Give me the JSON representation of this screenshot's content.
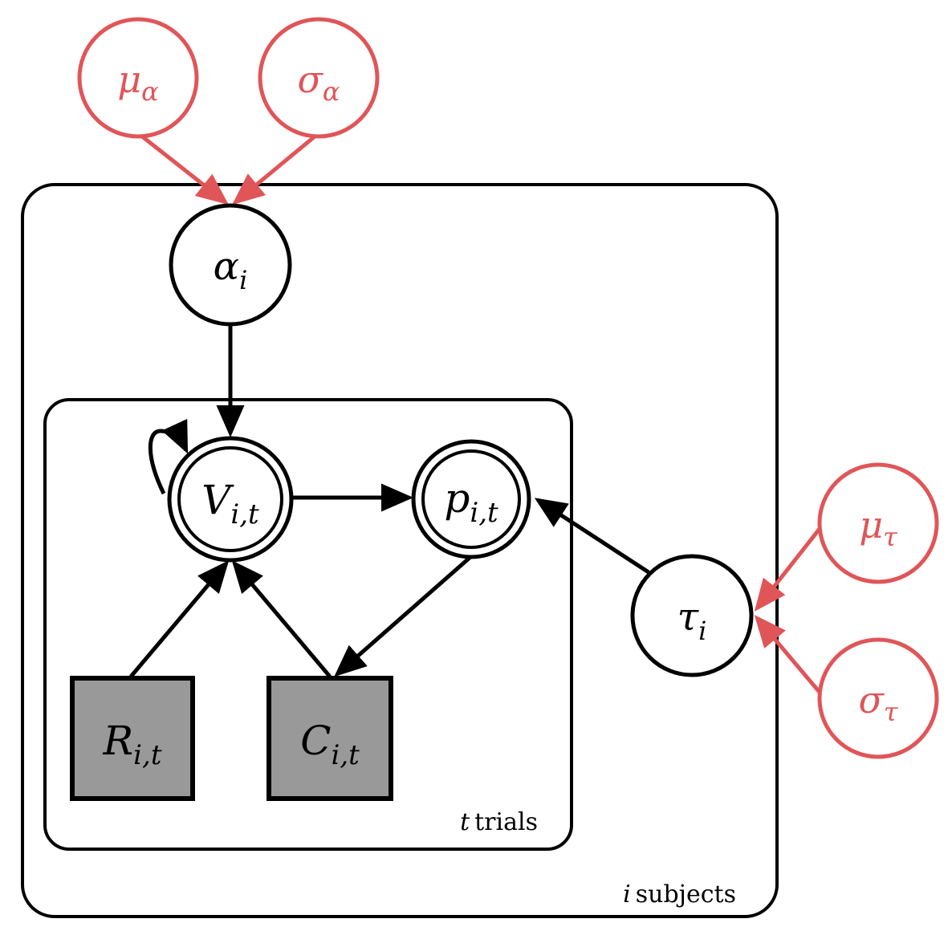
{
  "colors": {
    "prior": "#e05558",
    "node_stroke": "#000000",
    "observed_fill": "#999999"
  },
  "plates": {
    "subjects": {
      "index": "i",
      "word": "subjects"
    },
    "trials": {
      "index": "t",
      "word": "trials"
    }
  },
  "priors": {
    "mu_alpha": {
      "base": "μ",
      "sub": "α"
    },
    "sigma_alpha": {
      "base": "σ",
      "sub": "α"
    },
    "mu_tau": {
      "base": "μ",
      "sub": "τ"
    },
    "sigma_tau": {
      "base": "σ",
      "sub": "τ"
    }
  },
  "nodes": {
    "alpha": {
      "base": "α",
      "sub": "i"
    },
    "tau": {
      "base": "τ",
      "sub": "i"
    },
    "value": {
      "base": "V",
      "sub": "i,t"
    },
    "prob": {
      "base": "p",
      "sub": "i,t"
    },
    "reward": {
      "base": "R",
      "sub": "i,t"
    },
    "choice": {
      "base": "C",
      "sub": "i,t"
    }
  }
}
